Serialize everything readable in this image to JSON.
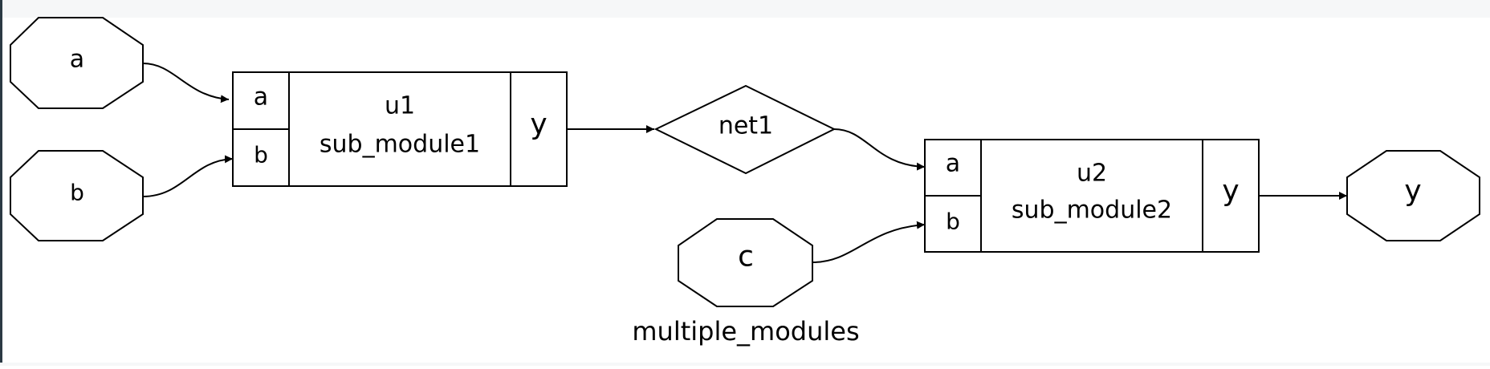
{
  "diagram": {
    "caption": "multiple_modules",
    "ports": {
      "a": "a",
      "b": "b",
      "c": "c",
      "y": "y"
    },
    "modules": {
      "u1": {
        "inst": "u1",
        "type": "sub_module1",
        "in_a": "a",
        "in_b": "b",
        "out_y": "y"
      },
      "u2": {
        "inst": "u2",
        "type": "sub_module2",
        "in_a": "a",
        "in_b": "b",
        "out_y": "y"
      }
    },
    "nets": {
      "net1": "net1"
    }
  },
  "colors": {
    "background": "#ffffff",
    "top_band": "#f6f7f8",
    "left_edge": "#2b3a44",
    "stroke": "#000000"
  }
}
